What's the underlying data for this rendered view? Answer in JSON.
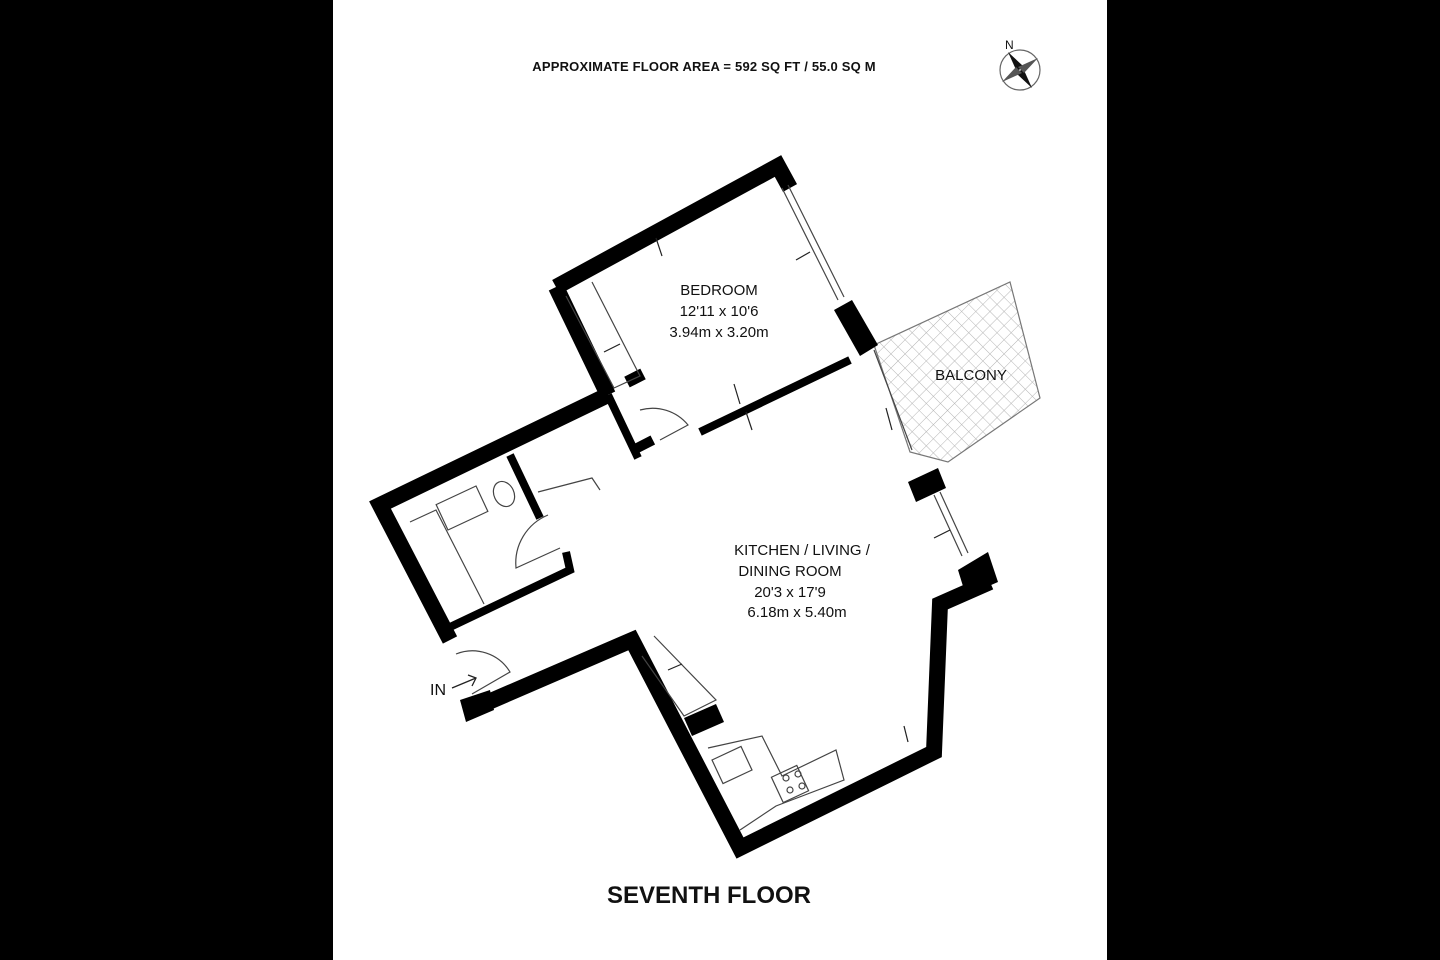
{
  "header": {
    "area_text": "APPROXIMATE FLOOR AREA = 592 SQ FT / 55.0 SQ M"
  },
  "compass": {
    "north_label": "N"
  },
  "rooms": {
    "bedroom": {
      "name": "BEDROOM",
      "imperial": "12'11 x 10'6",
      "metric": "3.94m x 3.20m"
    },
    "living": {
      "name_line1": "KITCHEN / LIVING /",
      "name_line2": "DINING  ROOM",
      "imperial": "20'3 x 17'9",
      "metric": "6.18m x 5.40m"
    },
    "balcony": {
      "name": "BALCONY"
    }
  },
  "entrance": {
    "label": "IN"
  },
  "footer": {
    "floor_title": "SEVENTH FLOOR"
  },
  "colors": {
    "wall": "#000000",
    "paper": "#ffffff",
    "frame": "#000000",
    "hatch": "#bbbbbb"
  }
}
